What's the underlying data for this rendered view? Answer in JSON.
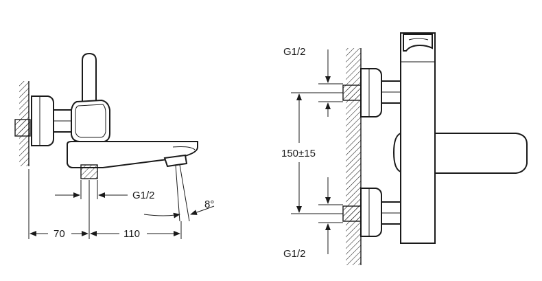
{
  "left_view": {
    "dim_offset": "70",
    "dim_spout": "110",
    "thread_label": "G1/2",
    "angle_label": "8°"
  },
  "right_view": {
    "thread_label_top": "G1/2",
    "thread_label_bottom": "G1/2",
    "center_distance": "150±15"
  }
}
